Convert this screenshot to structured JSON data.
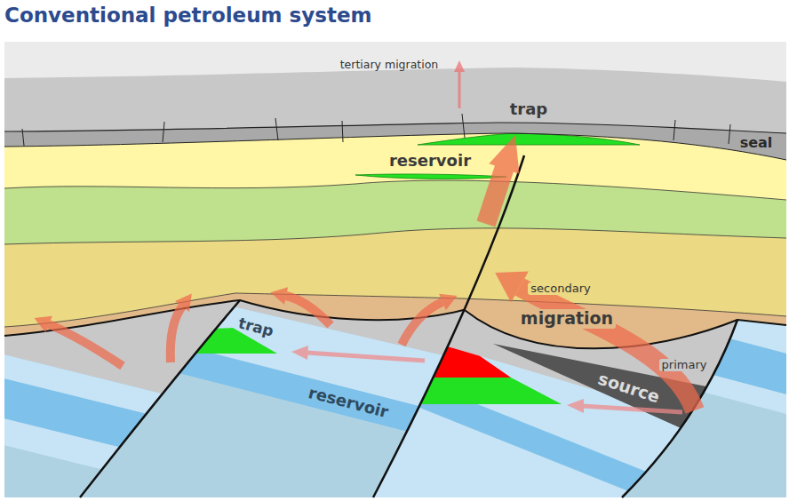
{
  "diagram": {
    "title": "Conventional petroleum system",
    "labels": [
      "tertiary migration",
      "trap",
      "seal",
      "reservoir",
      "secondary",
      "migration",
      "trap",
      "primary",
      "source",
      "reservoir"
    ]
  }
}
